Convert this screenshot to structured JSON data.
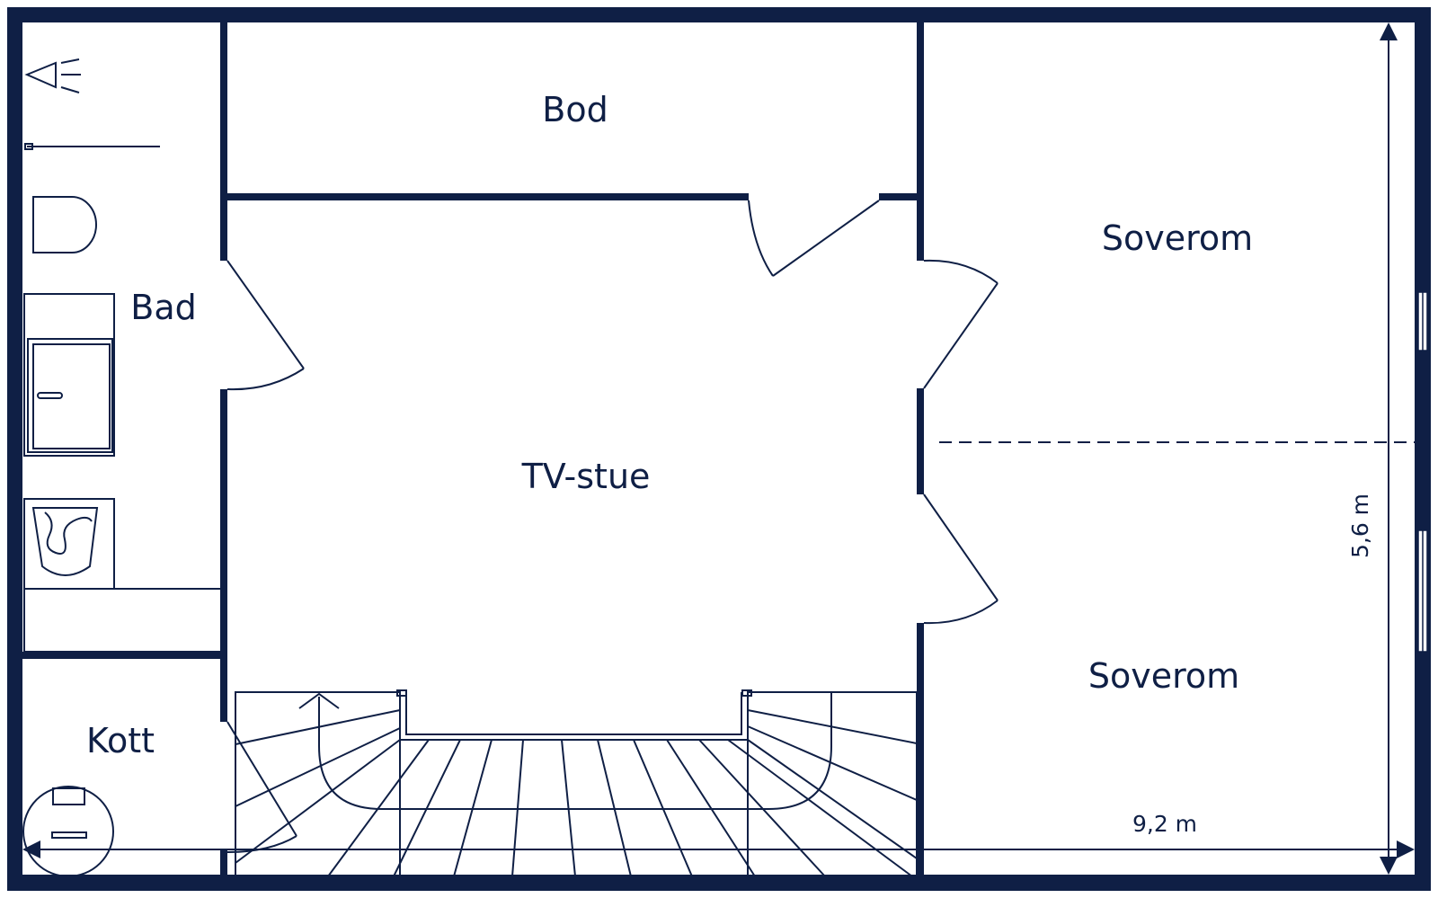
{
  "rooms": {
    "bod": "Bod",
    "bad": "Bad",
    "tv_stue": "TV-stue",
    "soverom_top": "Soverom",
    "soverom_bottom": "Soverom",
    "kott": "Kott"
  },
  "dimensions": {
    "width": "9,2 m",
    "height": "5,6 m"
  },
  "colors": {
    "wall": "#0f1f45",
    "background": "#ffffff"
  }
}
